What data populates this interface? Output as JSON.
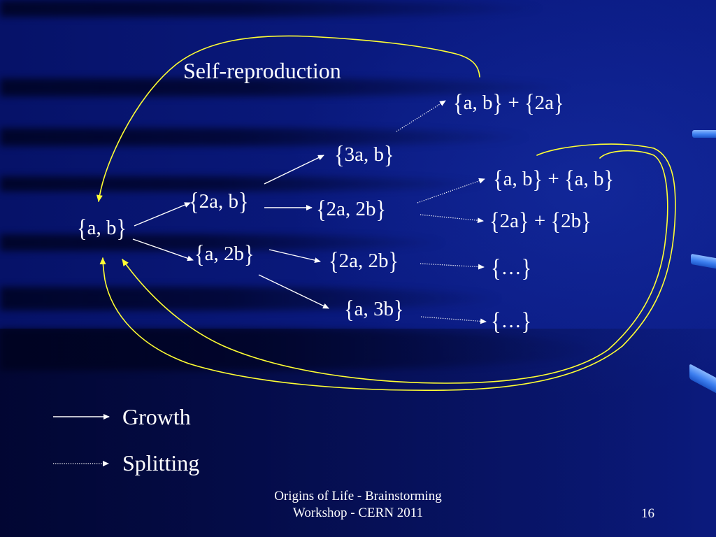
{
  "slide": {
    "annotation": "Self-reproduction",
    "sets": {
      "start": "{a, b}",
      "growth_1_upper": "{2a, b}",
      "growth_1_lower": "{a, 2b}",
      "growth_2_a": "{3a, b}",
      "growth_2_b": "{2a, 2b}",
      "growth_2_c": "{2a, 2b}",
      "growth_2_d": "{a, 3b}",
      "split_a": "{a, b} + {2a}",
      "split_b": "{a, b} + {a, b}",
      "split_c": "{2a} + {2b}",
      "split_d": "{…}",
      "split_e": "{…}"
    },
    "legend": {
      "growth": "Growth",
      "splitting": "Splitting"
    },
    "footer": {
      "lines": [
        "Origins of Life - Brainstorming",
        "Workshop - CERN 2011"
      ],
      "page_number": "16"
    }
  },
  "colors": {
    "background": "#0a1a80",
    "text": "#ffffff",
    "arrows": "#ffffff",
    "loop_curves": "#ffff33",
    "edge_accent": "#3d7ff0"
  }
}
